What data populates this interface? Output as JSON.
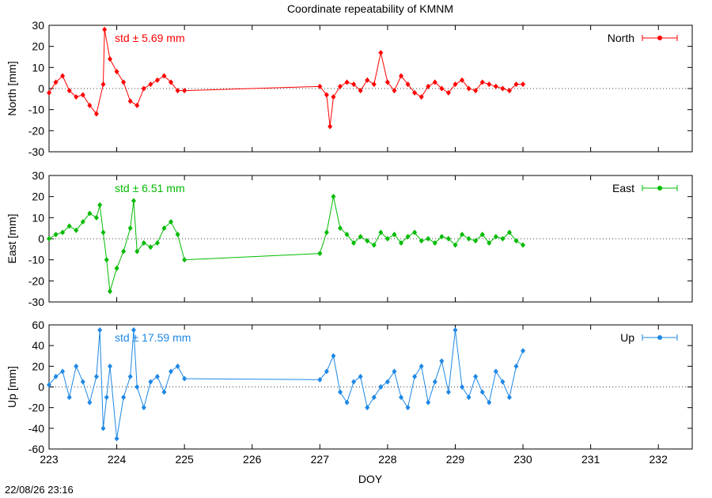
{
  "figure": {
    "title": "Coordinate repeatability of KMNM",
    "timestamp": "22/08/26 23:16",
    "xlabel": "DOY"
  },
  "chart_data": [
    {
      "type": "line",
      "panel": "north",
      "title": "Coordinate repeatability of KMNM",
      "ylabel": "North [mm]",
      "xlabel": "",
      "xlim": [
        223,
        232.5
      ],
      "ylim": [
        -30,
        30
      ],
      "yticks": [
        30,
        20,
        10,
        0,
        -10,
        -20,
        -30
      ],
      "xticks": [
        223,
        224,
        225,
        226,
        227,
        228,
        229,
        230,
        231,
        232
      ],
      "grid": false,
      "legend": "top-right",
      "zero_line": true,
      "color": "#ff0000",
      "annotation": "std ± 5.69 mm",
      "series": [
        {
          "name": "North",
          "x": [
            223.0,
            223.1,
            223.2,
            223.3,
            223.4,
            223.5,
            223.6,
            223.7,
            223.8,
            223.82,
            223.9,
            224.0,
            224.1,
            224.2,
            224.3,
            224.4,
            224.5,
            224.6,
            224.7,
            224.8,
            224.9,
            225.0,
            227.0,
            227.1,
            227.15,
            227.2,
            227.3,
            227.4,
            227.5,
            227.6,
            227.7,
            227.8,
            227.9,
            228.0,
            228.1,
            228.2,
            228.3,
            228.4,
            228.5,
            228.6,
            228.7,
            228.8,
            228.9,
            229.0,
            229.1,
            229.2,
            229.3,
            229.4,
            229.5,
            229.6,
            229.7,
            229.8,
            229.9,
            230.0
          ],
          "y": [
            -2,
            3,
            6,
            -1,
            -4,
            -3,
            -8,
            -12,
            2,
            28,
            14,
            8,
            3,
            -6,
            -8,
            0,
            2,
            4,
            6,
            3,
            -1,
            -1,
            1,
            -3,
            -18,
            -4,
            1,
            3,
            2,
            -1,
            4,
            2,
            17,
            3,
            -1,
            6,
            2,
            -2,
            -4,
            1,
            3,
            0,
            -2,
            2,
            4,
            0,
            -1,
            3,
            2,
            1,
            0,
            -1,
            2,
            2
          ]
        }
      ]
    },
    {
      "type": "line",
      "panel": "east",
      "ylabel": "East [mm]",
      "xlabel": "",
      "xlim": [
        223,
        232.5
      ],
      "ylim": [
        -30,
        30
      ],
      "yticks": [
        30,
        20,
        10,
        0,
        -10,
        -20,
        -30
      ],
      "xticks": [
        223,
        224,
        225,
        226,
        227,
        228,
        229,
        230,
        231,
        232
      ],
      "grid": false,
      "legend": "top-right",
      "zero_line": true,
      "color": "#00bb00",
      "annotation": "std ± 6.51 mm",
      "series": [
        {
          "name": "East",
          "x": [
            223.0,
            223.1,
            223.2,
            223.3,
            223.4,
            223.5,
            223.6,
            223.7,
            223.75,
            223.8,
            223.85,
            223.9,
            224.0,
            224.1,
            224.2,
            224.25,
            224.3,
            224.4,
            224.5,
            224.6,
            224.7,
            224.8,
            224.9,
            225.0,
            227.0,
            227.1,
            227.2,
            227.3,
            227.4,
            227.5,
            227.6,
            227.7,
            227.8,
            227.9,
            228.0,
            228.1,
            228.2,
            228.3,
            228.4,
            228.5,
            228.6,
            228.7,
            228.8,
            228.9,
            229.0,
            229.1,
            229.2,
            229.3,
            229.4,
            229.5,
            229.6,
            229.7,
            229.8,
            229.9,
            230.0
          ],
          "y": [
            0,
            2,
            3,
            6,
            4,
            8,
            12,
            10,
            16,
            3,
            -10,
            -25,
            -14,
            -6,
            5,
            18,
            -6,
            -2,
            -4,
            -2,
            5,
            8,
            2,
            -10,
            -7,
            3,
            20,
            5,
            2,
            -2,
            1,
            -1,
            -3,
            3,
            0,
            2,
            -2,
            1,
            3,
            -1,
            0,
            -2,
            1,
            0,
            -3,
            2,
            0,
            -1,
            2,
            -2,
            1,
            0,
            3,
            -1,
            -3
          ]
        }
      ]
    },
    {
      "type": "line",
      "panel": "up",
      "ylabel": "Up [mm]",
      "xlabel": "DOY",
      "xlim": [
        223,
        232.5
      ],
      "ylim": [
        -60,
        60
      ],
      "yticks": [
        60,
        40,
        20,
        0,
        -20,
        -40,
        -60
      ],
      "xticks": [
        223,
        224,
        225,
        226,
        227,
        228,
        229,
        230,
        231,
        232
      ],
      "xticklabels": [
        "223",
        "224",
        "225",
        "226",
        "227",
        "228",
        "229",
        "230",
        "231",
        "232"
      ],
      "grid": false,
      "legend": "top-right",
      "zero_line": true,
      "color": "#1e88e5",
      "annotation": "std ± 17.59 mm",
      "series": [
        {
          "name": "Up",
          "x": [
            223.0,
            223.1,
            223.2,
            223.3,
            223.4,
            223.5,
            223.6,
            223.7,
            223.75,
            223.8,
            223.85,
            223.9,
            224.0,
            224.1,
            224.2,
            224.25,
            224.3,
            224.4,
            224.5,
            224.6,
            224.7,
            224.8,
            224.9,
            225.0,
            227.0,
            227.1,
            227.2,
            227.3,
            227.4,
            227.5,
            227.6,
            227.7,
            227.8,
            227.9,
            228.0,
            228.1,
            228.2,
            228.3,
            228.4,
            228.5,
            228.6,
            228.7,
            228.8,
            228.9,
            229.0,
            229.1,
            229.2,
            229.3,
            229.4,
            229.5,
            229.6,
            229.7,
            229.8,
            229.9,
            230.0
          ],
          "y": [
            2,
            10,
            15,
            -10,
            20,
            5,
            -15,
            10,
            55,
            -40,
            -10,
            20,
            -50,
            -10,
            10,
            55,
            0,
            -20,
            5,
            10,
            -5,
            15,
            20,
            8,
            7,
            15,
            30,
            -5,
            -15,
            5,
            10,
            -20,
            -10,
            0,
            5,
            15,
            -10,
            -20,
            10,
            20,
            -15,
            5,
            25,
            -5,
            55,
            0,
            -10,
            10,
            -5,
            -15,
            15,
            5,
            -10,
            20,
            35
          ]
        }
      ]
    }
  ]
}
